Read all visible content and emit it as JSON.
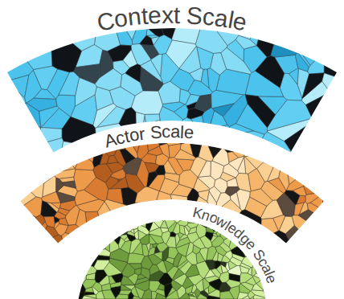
{
  "diagram": {
    "nodes": [
      {
        "text": [
          "Context Scale"
        ]
      },
      {
        "text": [
          "Actor Scale"
        ]
      },
      {
        "text": [
          "Knowledge Scale"
        ]
      }
    ]
  }
}
